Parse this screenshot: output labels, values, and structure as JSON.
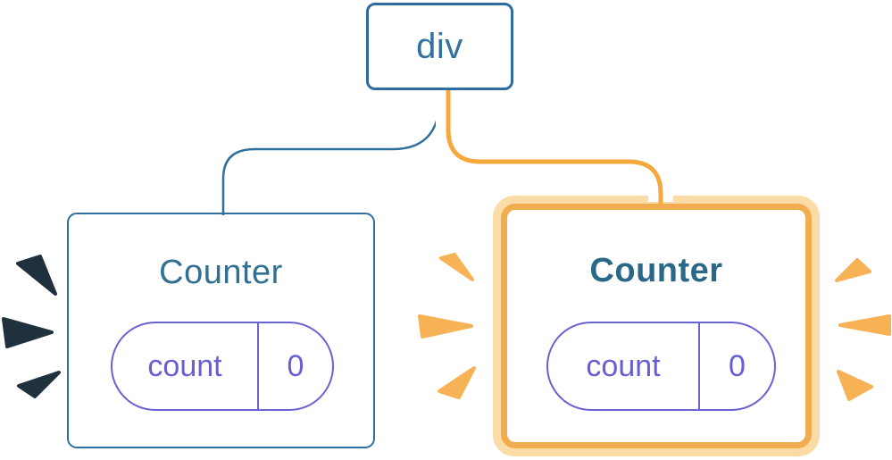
{
  "diagram": {
    "description": "React component tree: a root div with two Counter children; the right Counter is freshly added/highlighted",
    "root": {
      "label": "div"
    },
    "children": [
      {
        "title": "Counter",
        "state_key": "count",
        "state_value": "0",
        "highlighted": false
      },
      {
        "title": "Counter",
        "state_key": "count",
        "state_value": "0",
        "highlighted": true
      }
    ]
  },
  "icons": {
    "left_burst": "render-burst-icon",
    "right_inner_burst": "state-burst-icon",
    "right_outer_burst": "state-burst-icon"
  },
  "colors": {
    "background": "#FFFFFF",
    "node_border_blue": "#2D6CA0",
    "edge_blue": "#2E6F9E",
    "node_text_blue": "#33719F",
    "title_blue": "#31718F",
    "title_bold_blue": "#2A6889",
    "pill_purple": "#6A61D2",
    "edge_orange": "#F5A83C",
    "highlight_border_orange": "#F2AC50",
    "highlight_glow_orange": "#FBDCA6",
    "burst_orange": "#F6B254",
    "burst_dark": "#1F313C"
  }
}
